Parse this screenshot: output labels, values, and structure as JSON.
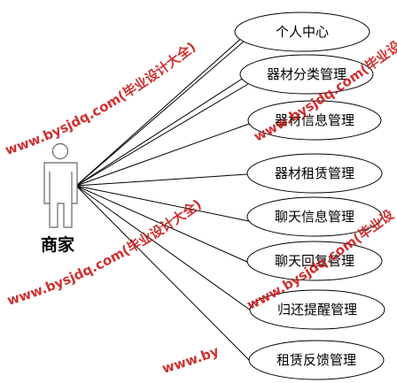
{
  "diagram": {
    "actor": {
      "label": "商家"
    },
    "use_cases": [
      {
        "label": "个人中心"
      },
      {
        "label": "器材分类管理"
      },
      {
        "label": "器材信息管理"
      },
      {
        "label": "器材租赁管理"
      },
      {
        "label": "聊天信息管理"
      },
      {
        "label": "聊天回复管理"
      },
      {
        "label": "归还提醒管理"
      },
      {
        "label": "租赁反馈管理"
      }
    ]
  },
  "watermark": {
    "text": "www.bysjdq.com(毕业设计大全)"
  },
  "colors": {
    "line": "#000000",
    "watermark": "#cc1a1a",
    "background": "#ffffff"
  }
}
